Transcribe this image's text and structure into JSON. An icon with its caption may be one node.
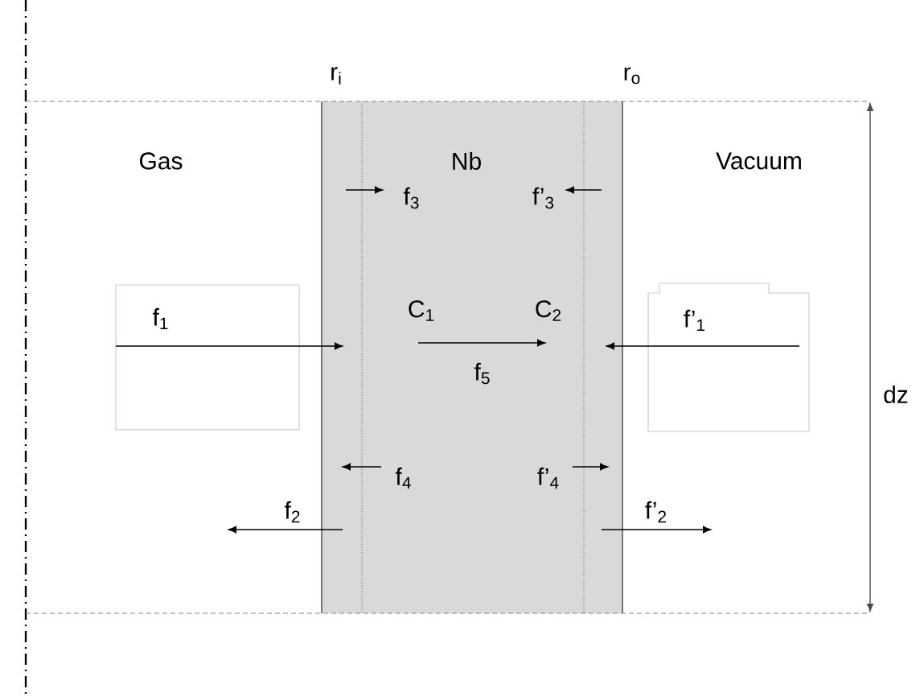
{
  "diagram": {
    "labels": [
      "r$_{i}$",
      "r$_{o}$",
      "Gas",
      "Nb",
      "Vacuum",
      "f$_{3}$",
      "f’$_{3}$",
      "f$_{1}$",
      "C$_{1}$",
      "C$_{2}$",
      "f’$_{1}$",
      "dz",
      "f$_{5}$",
      "f$_{4}$",
      "f’$_{4}$",
      "f$_{2}$",
      "f’$_{2}$"
    ]
  }
}
